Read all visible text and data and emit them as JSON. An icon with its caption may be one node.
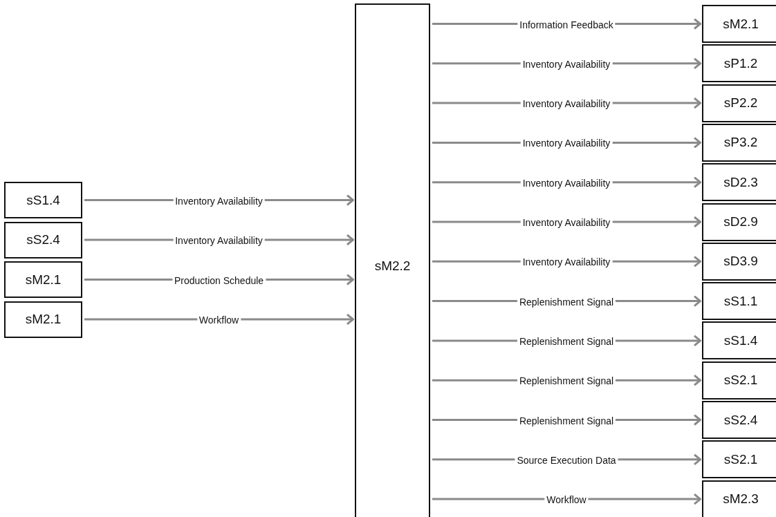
{
  "diagram": {
    "nodes": [
      {
        "text": [
          "sS1.4"
        ]
      },
      {
        "text": [
          "sS2.4"
        ]
      },
      {
        "text": [
          "sM2.1"
        ]
      },
      {
        "text": [
          "sM2.1"
        ]
      },
      {
        "text": [
          "sM2.2"
        ]
      },
      {
        "text": [
          "sM2.1"
        ]
      },
      {
        "text": [
          "sP1.2"
        ]
      },
      {
        "text": [
          "sP2.2"
        ]
      },
      {
        "text": [
          "sP3.2"
        ]
      },
      {
        "text": [
          "sD2.3"
        ]
      },
      {
        "text": [
          "sD2.9"
        ]
      },
      {
        "text": [
          "sD3.9"
        ]
      },
      {
        "text": [
          "sS1.1"
        ]
      },
      {
        "text": [
          "sS1.4"
        ]
      },
      {
        "text": [
          "sS2.1"
        ]
      },
      {
        "text": [
          "sS2.4"
        ]
      },
      {
        "text": [
          "sS2.1"
        ]
      },
      {
        "text": [
          "sM2.3"
        ]
      }
    ],
    "edges": [
      {
        "from": 0,
        "to": 4,
        "arrow": "to",
        "label": "Inventory Availability"
      },
      {
        "from": 1,
        "to": 4,
        "arrow": "to",
        "label": "Inventory Availability"
      },
      {
        "from": 2,
        "to": 4,
        "arrow": "to",
        "label": "Production Schedule"
      },
      {
        "from": 3,
        "to": 4,
        "arrow": "to",
        "label": "Workflow"
      },
      {
        "from": 4,
        "to": 5,
        "arrow": "to",
        "label": "Information Feedback"
      },
      {
        "from": 4,
        "to": 6,
        "arrow": "to",
        "label": "Inventory Availability"
      },
      {
        "from": 4,
        "to": 7,
        "arrow": "to",
        "label": "Inventory Availability"
      },
      {
        "from": 4,
        "to": 8,
        "arrow": "to",
        "label": "Inventory Availability"
      },
      {
        "from": 4,
        "to": 9,
        "arrow": "to",
        "label": "Inventory Availability"
      },
      {
        "from": 4,
        "to": 10,
        "arrow": "to",
        "label": "Inventory Availability"
      },
      {
        "from": 4,
        "to": 11,
        "arrow": "to",
        "label": "Inventory Availability"
      },
      {
        "from": 4,
        "to": 12,
        "arrow": "to",
        "label": "Replenishment Signal"
      },
      {
        "from": 4,
        "to": 13,
        "arrow": "to",
        "label": "Replenishment Signal"
      },
      {
        "from": 4,
        "to": 14,
        "arrow": "to",
        "label": "Replenishment Signal"
      },
      {
        "from": 4,
        "to": 15,
        "arrow": "to",
        "label": "Replenishment Signal"
      },
      {
        "from": 4,
        "to": 16,
        "arrow": "to",
        "label": "Source Execution Data"
      },
      {
        "from": 4,
        "to": 17,
        "arrow": "to",
        "label": "Workflow"
      }
    ]
  }
}
